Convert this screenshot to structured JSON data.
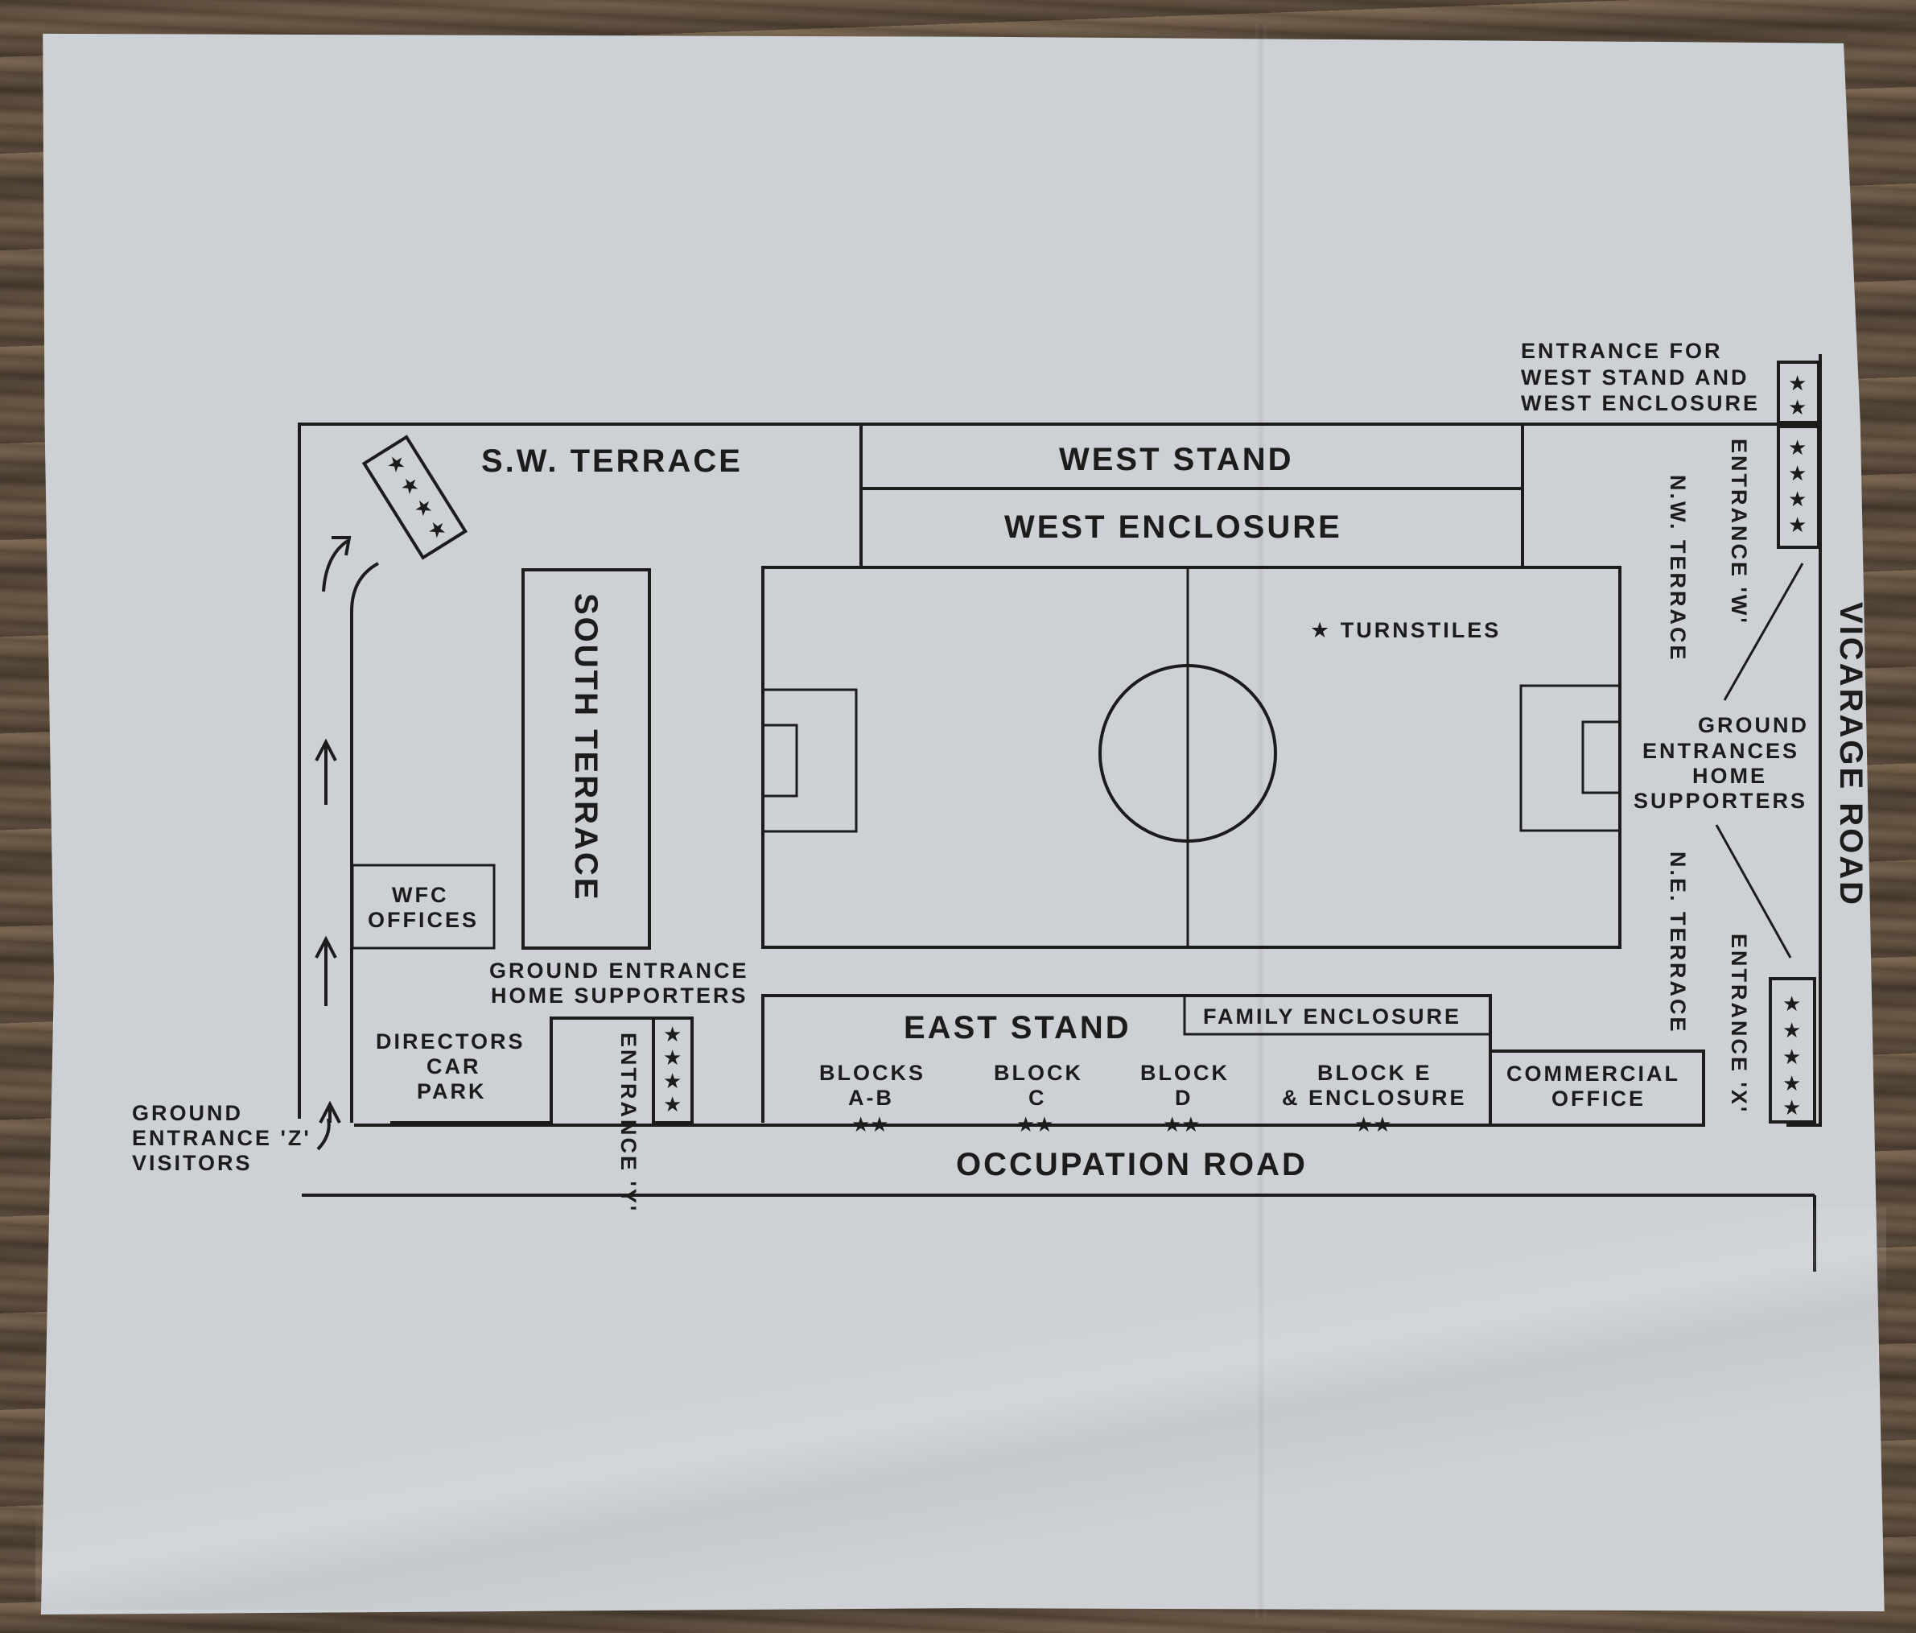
{
  "labels": {
    "sw_terrace": "S.W. TERRACE",
    "west_stand": "WEST STAND",
    "west_enclosure": "WEST ENCLOSURE",
    "south_terrace": "SOUTH TERRACE",
    "turnstiles": "★ TURNSTILES",
    "entrance_west_1": "ENTRANCE FOR",
    "entrance_west_2": "WEST STAND AND",
    "entrance_west_3": "WEST ENCLOSURE",
    "entrance_w": "ENTRANCE 'W'",
    "nw_terrace": "N.W. TERRACE",
    "ne_terrace": "N.E. TERRACE",
    "entrance_x": "ENTRANCE 'X'",
    "vicarage_road": "VICARAGE ROAD",
    "home_entr_1": "GROUND",
    "home_entr_2": "ENTRANCES",
    "home_entr_3": "HOME",
    "home_entr_4": "SUPPORTERS",
    "wfc_1": "WFC",
    "wfc_2": "OFFICES",
    "gehs_1": "GROUND ENTRANCE",
    "gehs_2": "HOME SUPPORTERS",
    "directors_1": "DIRECTORS",
    "directors_2": "CAR",
    "directors_3": "PARK",
    "entrance_y": "ENTRANCE 'Y'",
    "east_stand": "EAST STAND",
    "family_enclosure": "FAMILY ENCLOSURE",
    "blocks_ab_1": "BLOCKS",
    "blocks_ab_2": "A-B",
    "block_c_1": "BLOCK",
    "block_c_2": "C",
    "block_d_1": "BLOCK",
    "block_d_2": "D",
    "block_e_1": "BLOCK E",
    "block_e_2": "& ENCLOSURE",
    "commercial_1": "COMMERCIAL",
    "commercial_2": "OFFICE",
    "occupation_road": "OCCUPATION ROAD",
    "gez_1": "GROUND",
    "gez_2": "ENTRANCE 'Z'",
    "gez_3": "VISITORS"
  },
  "colors": {
    "paper": "#cdd0d5",
    "ink": "#1c1c1c"
  }
}
